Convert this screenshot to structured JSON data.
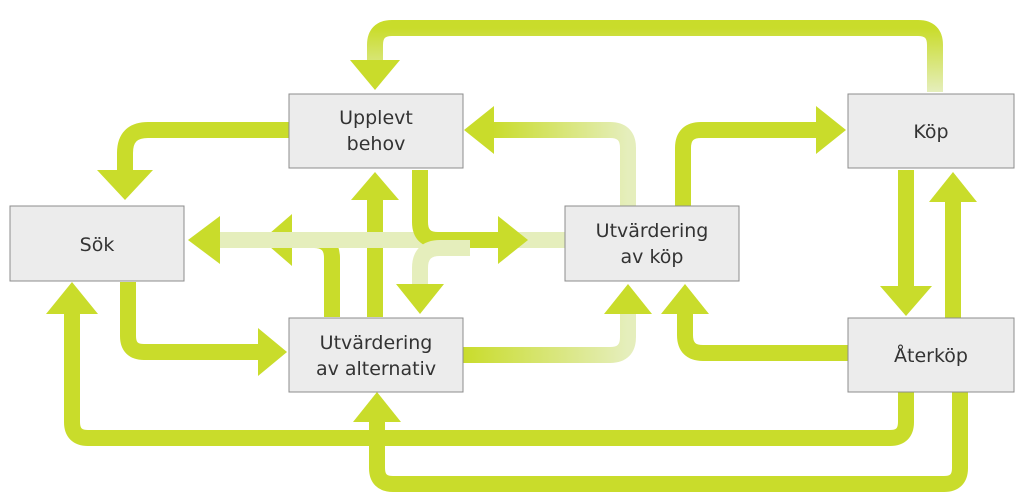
{
  "colors": {
    "arrow": "#c9dc2b",
    "arrow_faded": "#e5eebc",
    "box_fill": "#ececec",
    "box_border": "#8c8c8c",
    "text": "#333333"
  },
  "nodes": {
    "upplevt_behov": {
      "line1": "Upplevt",
      "line2": "behov"
    },
    "sok": {
      "line1": "Sök"
    },
    "utvardering_alternativ": {
      "line1": "Utvärdering",
      "line2": "av alternativ"
    },
    "utvardering_kop": {
      "line1": "Utvärdering",
      "line2": "av köp"
    },
    "kop": {
      "line1": "Köp"
    },
    "aterkop": {
      "line1": "Återköp"
    }
  }
}
